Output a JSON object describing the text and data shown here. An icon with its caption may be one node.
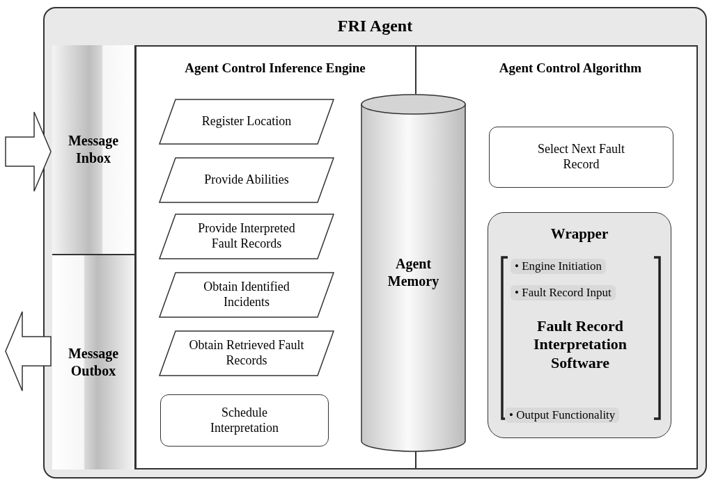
{
  "diagram": {
    "nodes": [
      {
        "text": [
          "FRI Agent"
        ]
      },
      {
        "text": [
          "Message Inbox"
        ],
        "in": 0
      },
      {
        "text": [
          "Message Outbox"
        ],
        "in": 0
      },
      {
        "text": [
          "Agent Control Inference Engine"
        ],
        "in": 0
      },
      {
        "text": [
          "Register Location"
        ],
        "in": 3
      },
      {
        "text": [
          "Provide Abilities"
        ],
        "in": 3
      },
      {
        "text": [
          "Provide Interpreted Fault Records"
        ],
        "in": 3
      },
      {
        "text": [
          "Obtain Identified Incidents"
        ],
        "in": 3
      },
      {
        "text": [
          "Obtain Retrieved Fault Records"
        ],
        "in": 3
      },
      {
        "text": [
          "Schedule Interpretation"
        ],
        "in": 3
      },
      {
        "text": [
          "Agent Memory"
        ],
        "in": 3
      },
      {
        "text": [
          "Agent Control Algorithm"
        ],
        "in": 0
      },
      {
        "text": [
          "Select Next Fault Record"
        ],
        "in": 11
      },
      {
        "text": [
          "Wrapper",
          "• Engine Initiation",
          "• Fault Record Input",
          "Fault Record Interpretation Software",
          "• Output Functionality"
        ],
        "in": 11
      }
    ],
    "edges": [
      {
        "from": null,
        "to": 1,
        "arrow": "to"
      },
      {
        "from": 2,
        "to": null,
        "arrow": "to"
      }
    ]
  }
}
